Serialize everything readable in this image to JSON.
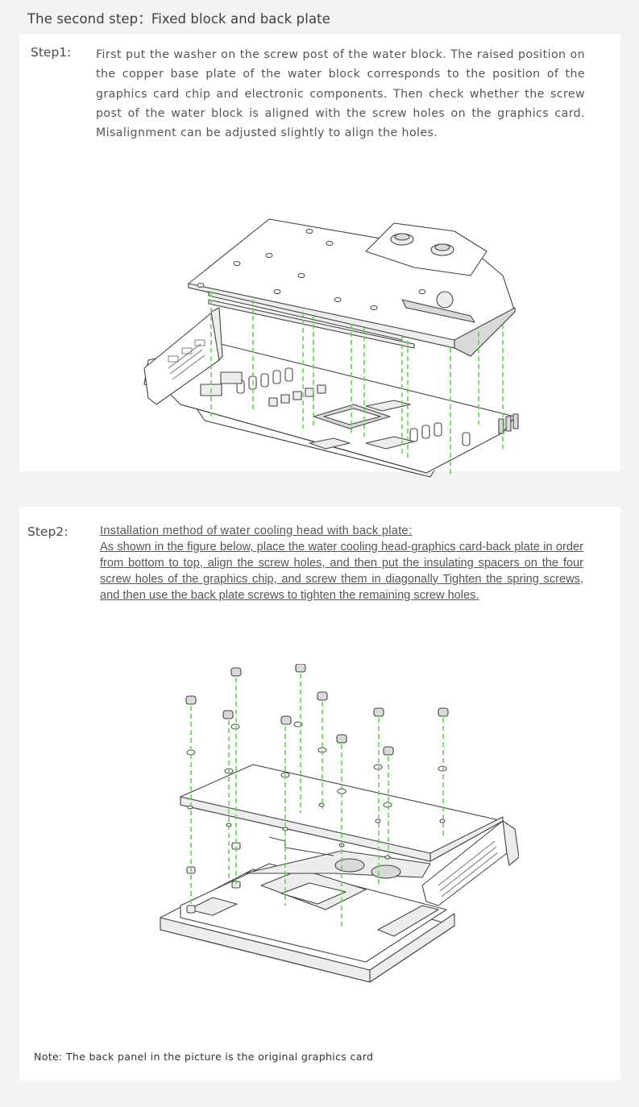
{
  "heading": "The second step：Fixed block and back plate",
  "step1": {
    "label": "Step1:",
    "text": "First put the washer on the screw post of the water block. The raised position on the copper base plate of the water block corresponds to the position of the graphics card chip and electronic components. Then check whether the screw post of the water block is aligned with the screw holes on the graphics card. Misalignment can be adjusted slightly to align the holes."
  },
  "step2": {
    "label": "Step2:",
    "title": "Installation method of water cooling head with back plate:",
    "text": "As shown in the figure below, place the water cooling head-graphics card-back plate in order from bottom to top, align the screw holes, and then put the insulating spacers on the four screw holes of the graphics chip, and screw them in diagonally Tighten the spring screws, and then use the back plate screws to tighten the remaining screw holes."
  },
  "note": "Note: The back panel in the picture is the original graphics card",
  "colors": {
    "background": "#f3f3f3",
    "panel": "#ffffff",
    "guide_line": "#5fd94a",
    "text": "#555555"
  }
}
